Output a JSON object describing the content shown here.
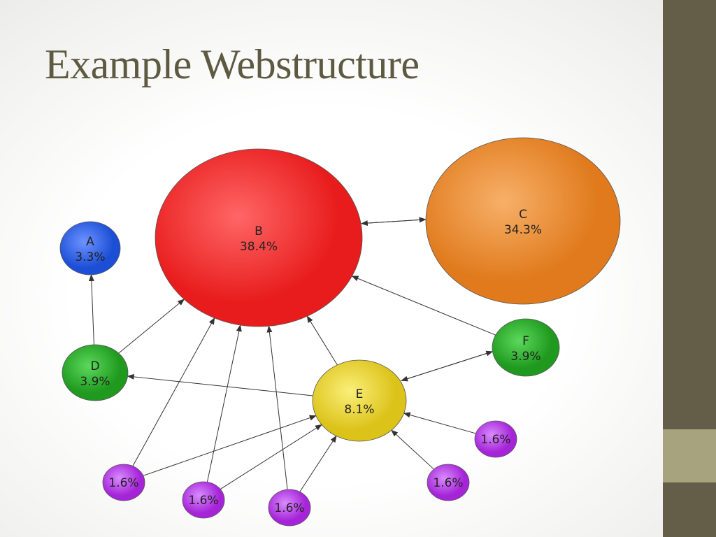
{
  "title": "Example Webstructure",
  "colors": {
    "title": "#5e5941",
    "sidebar": "#645d47",
    "sidebar_accent": "#a7a37e",
    "arrow": "#333333"
  },
  "nodes": [
    {
      "id": "B",
      "name": "B",
      "value": "38.4%",
      "color": "#e81c1c",
      "highlight": "#ff6666"
    },
    {
      "id": "C",
      "name": "C",
      "value": "34.3%",
      "color": "#e07a1c",
      "highlight": "#f7b069"
    },
    {
      "id": "A",
      "name": "A",
      "value": "3.3%",
      "color": "#1d4fd6",
      "highlight": "#6d93ff"
    },
    {
      "id": "D",
      "name": "D",
      "value": "3.9%",
      "color": "#1f9a1f",
      "highlight": "#5cd85c"
    },
    {
      "id": "E",
      "name": "E",
      "value": "8.1%",
      "color": "#dcc31a",
      "highlight": "#fbef7a"
    },
    {
      "id": "F",
      "name": "F",
      "value": "3.9%",
      "color": "#1f9a1f",
      "highlight": "#5cd85c"
    },
    {
      "id": "P1",
      "name": "",
      "value": "1.6%",
      "color": "#a624d8",
      "highlight": "#d98cff"
    },
    {
      "id": "P2",
      "name": "",
      "value": "1.6%",
      "color": "#a624d8",
      "highlight": "#d98cff"
    },
    {
      "id": "P3",
      "name": "",
      "value": "1.6%",
      "color": "#a624d8",
      "highlight": "#d98cff"
    },
    {
      "id": "P4",
      "name": "",
      "value": "1.6%",
      "color": "#a624d8",
      "highlight": "#d98cff"
    },
    {
      "id": "P5",
      "name": "",
      "value": "1.6%",
      "color": "#a624d8",
      "highlight": "#d98cff"
    }
  ],
  "edges": [
    {
      "from": "B",
      "to": "C"
    },
    {
      "from": "C",
      "to": "B"
    },
    {
      "from": "D",
      "to": "A"
    },
    {
      "from": "D",
      "to": "B"
    },
    {
      "from": "E",
      "to": "D"
    },
    {
      "from": "E",
      "to": "B"
    },
    {
      "from": "E",
      "to": "F"
    },
    {
      "from": "F",
      "to": "E"
    },
    {
      "from": "F",
      "to": "B"
    },
    {
      "from": "P1",
      "to": "B"
    },
    {
      "from": "P1",
      "to": "E"
    },
    {
      "from": "P2",
      "to": "B"
    },
    {
      "from": "P2",
      "to": "E"
    },
    {
      "from": "P3",
      "to": "B"
    },
    {
      "from": "P3",
      "to": "E"
    },
    {
      "from": "P4",
      "to": "E"
    },
    {
      "from": "P5",
      "to": "E"
    }
  ]
}
